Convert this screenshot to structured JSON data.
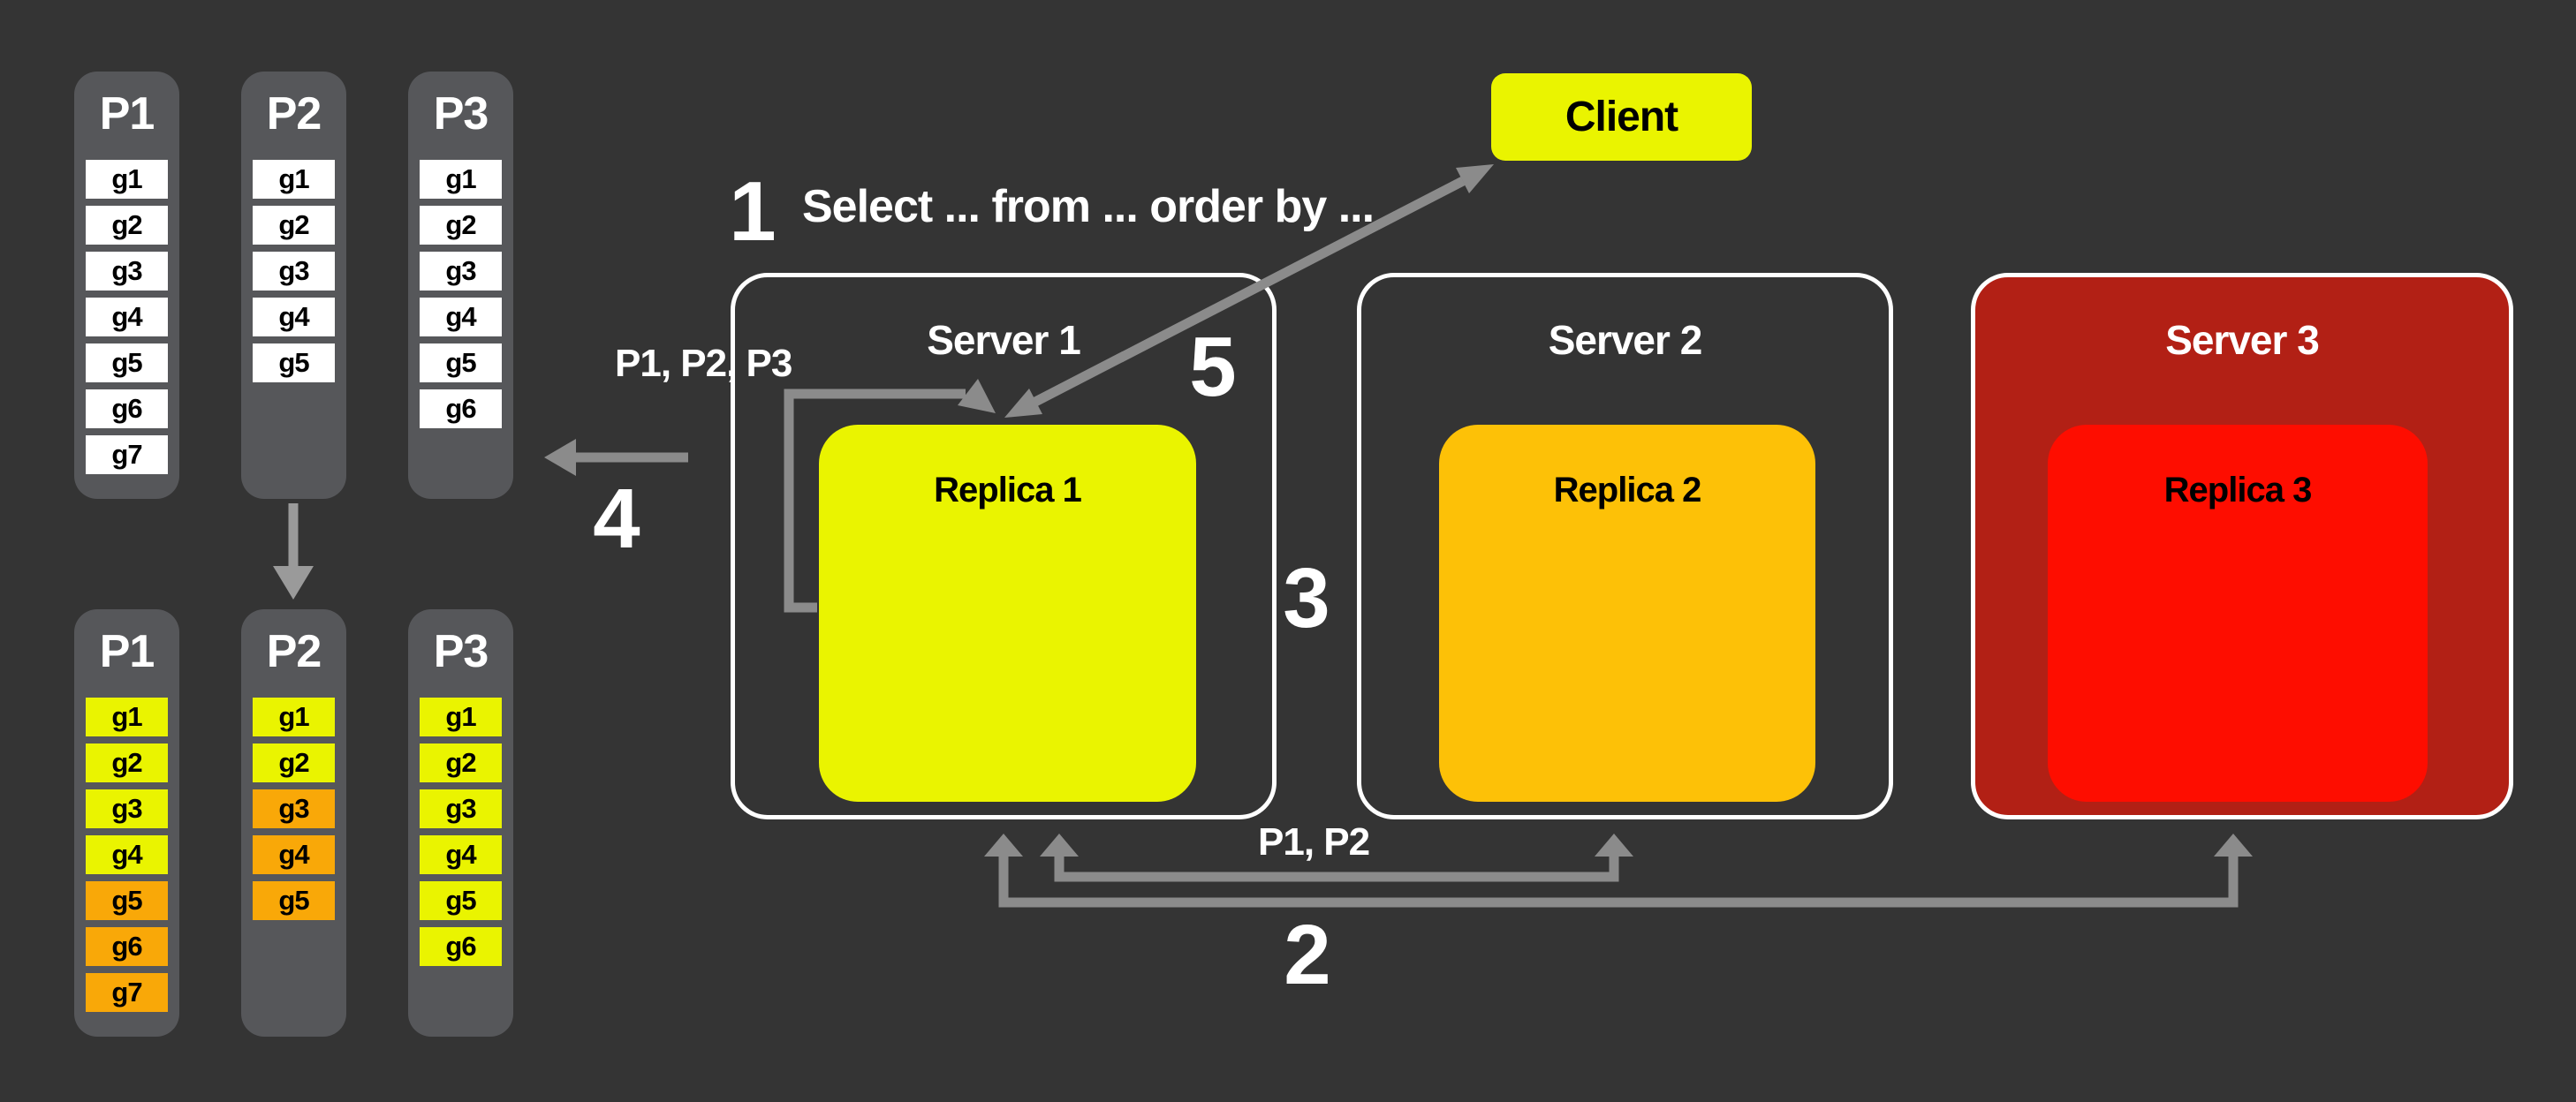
{
  "colors": {
    "bg": "#343434",
    "panel_gray": "#56575a",
    "cell_white": "#ffffff",
    "yellow": "#eaf400",
    "orange": "#f9a808",
    "amber": "#fdc107",
    "bright_red": "#fe0d00",
    "dark_red": "#b22015",
    "arrow_gray": "#8b8b8b",
    "arrow_gray_light": "#9a9a9a",
    "white": "#ffffff",
    "black": "#000000"
  },
  "client": {
    "label": "Client"
  },
  "steps": {
    "s1": "1",
    "s2": "2",
    "s3": "3",
    "s4": "4",
    "s5": "5"
  },
  "labels": {
    "query": "Select ... from ... order by ...",
    "partitions_fetched": "P1, P2, P3",
    "partitions_replicated": "P1, P2"
  },
  "servers": [
    {
      "label": "Server 1",
      "replica": "Replica 1"
    },
    {
      "label": "Server 2",
      "replica": "Replica 2"
    },
    {
      "label": "Server 3",
      "replica": "Replica 3"
    }
  ],
  "partitions_top": [
    {
      "label": "P1",
      "cells": [
        {
          "t": "g1",
          "c": "white"
        },
        {
          "t": "g2",
          "c": "white"
        },
        {
          "t": "g3",
          "c": "white"
        },
        {
          "t": "g4",
          "c": "white"
        },
        {
          "t": "g5",
          "c": "white"
        },
        {
          "t": "g6",
          "c": "white"
        },
        {
          "t": "g7",
          "c": "white"
        }
      ]
    },
    {
      "label": "P2",
      "cells": [
        {
          "t": "g1",
          "c": "white"
        },
        {
          "t": "g2",
          "c": "white"
        },
        {
          "t": "g3",
          "c": "white"
        },
        {
          "t": "g4",
          "c": "white"
        },
        {
          "t": "g5",
          "c": "white"
        }
      ]
    },
    {
      "label": "P3",
      "cells": [
        {
          "t": "g1",
          "c": "white"
        },
        {
          "t": "g2",
          "c": "white"
        },
        {
          "t": "g3",
          "c": "white"
        },
        {
          "t": "g4",
          "c": "white"
        },
        {
          "t": "g5",
          "c": "white"
        },
        {
          "t": "g6",
          "c": "white"
        }
      ]
    }
  ],
  "partitions_bottom": [
    {
      "label": "P1",
      "cells": [
        {
          "t": "g1",
          "c": "yellow"
        },
        {
          "t": "g2",
          "c": "yellow"
        },
        {
          "t": "g3",
          "c": "yellow"
        },
        {
          "t": "g4",
          "c": "yellow"
        },
        {
          "t": "g5",
          "c": "orange"
        },
        {
          "t": "g6",
          "c": "orange"
        },
        {
          "t": "g7",
          "c": "orange"
        }
      ]
    },
    {
      "label": "P2",
      "cells": [
        {
          "t": "g1",
          "c": "yellow"
        },
        {
          "t": "g2",
          "c": "yellow"
        },
        {
          "t": "g3",
          "c": "orange"
        },
        {
          "t": "g4",
          "c": "orange"
        },
        {
          "t": "g5",
          "c": "orange"
        }
      ]
    },
    {
      "label": "P3",
      "cells": [
        {
          "t": "g1",
          "c": "yellow"
        },
        {
          "t": "g2",
          "c": "yellow"
        },
        {
          "t": "g3",
          "c": "yellow"
        },
        {
          "t": "g4",
          "c": "yellow"
        },
        {
          "t": "g5",
          "c": "yellow"
        },
        {
          "t": "g6",
          "c": "yellow"
        }
      ]
    }
  ]
}
